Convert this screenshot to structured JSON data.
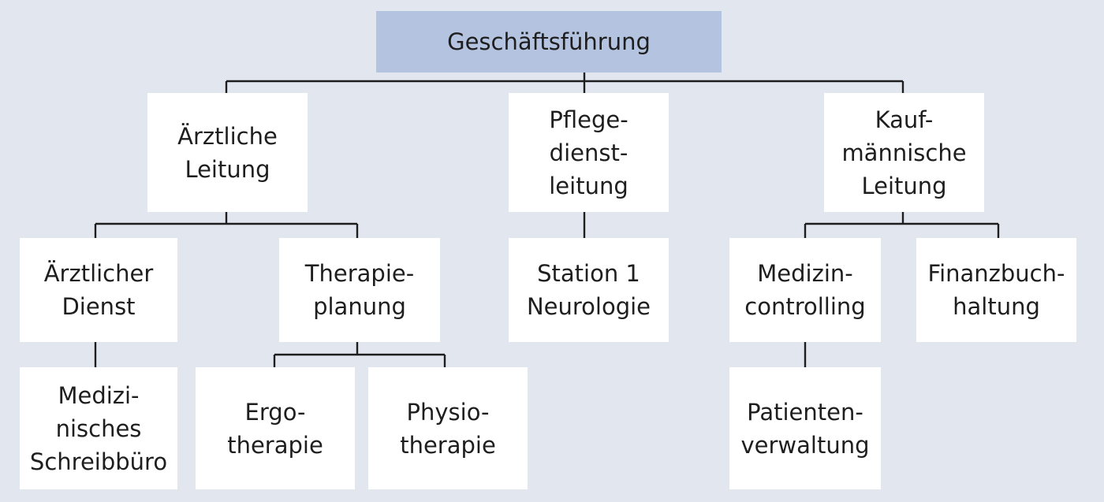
{
  "colors": {
    "background": "#e2e6ef",
    "root_fill": "#b4c3df",
    "node_fill": "#ffffff",
    "connector": "#1e1e1e",
    "text": "#1e1e1e"
  },
  "org_chart": {
    "root": "Geschäftsführung",
    "level1": {
      "aerztliche_leitung": "Ärztliche\nLeitung",
      "pflegedienstleitung": "Pflege-\ndienst-\nleitung",
      "kaufmaennische_leitung": "Kauf-\nmännische\nLeitung"
    },
    "level2": {
      "aerztlicher_dienst": "Ärztlicher\nDienst",
      "therapieplanung": "Therapie-\nplanung",
      "station1": "Station 1\nNeurologie",
      "medizincontrolling": "Medizin-\ncontrolling",
      "finanzbuchhaltung": "Finanzbuch-\nhaltung"
    },
    "level3": {
      "schreibbuero": "Medizi-\nnisches\nSchreibbüro",
      "ergotherapie": "Ergo-\ntherapie",
      "physiotherapie": "Physio-\ntherapie",
      "patientenverwaltung": "Patienten-\nverwaltung"
    }
  }
}
